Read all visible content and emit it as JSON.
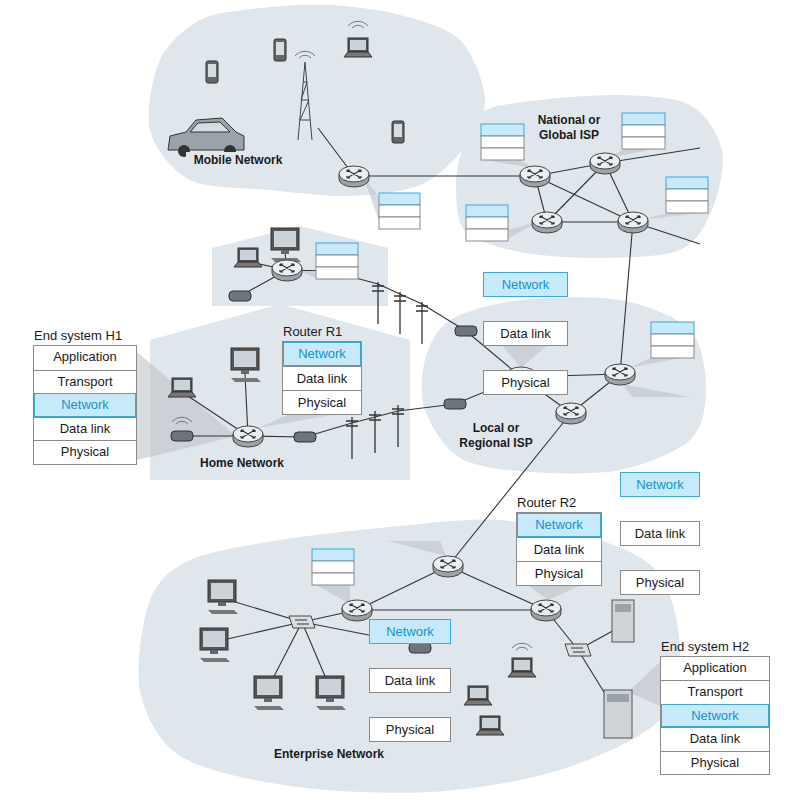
{
  "diagram": {
    "nodes": [
      {
        "text": [
          "Network"
        ]
      },
      {
        "text": [
          "Data link"
        ]
      },
      {
        "text": [
          "Physical"
        ]
      },
      {
        "text": [
          "End system H1"
        ]
      },
      {
        "text": [
          "Application"
        ],
        "in": 3
      },
      {
        "text": [
          "Transport"
        ],
        "in": 3
      },
      {
        "text": [
          "Network"
        ],
        "in": 3
      },
      {
        "text": [
          "Data link"
        ],
        "in": 3
      },
      {
        "text": [
          "Physical"
        ],
        "in": 3
      },
      {
        "text": [
          "Router R1"
        ]
      },
      {
        "text": [
          "Network"
        ],
        "in": 9
      },
      {
        "text": [
          "Data link"
        ],
        "in": 9
      },
      {
        "text": [
          "Physical"
        ],
        "in": 9
      },
      {
        "text": [
          "Network"
        ]
      },
      {
        "text": [
          "Data link"
        ]
      },
      {
        "text": [
          "Physical"
        ]
      },
      {
        "text": [
          "Network"
        ]
      },
      {
        "text": [
          "Data link"
        ]
      },
      {
        "text": [
          "Physical"
        ]
      },
      {
        "text": [
          "Router R2"
        ]
      },
      {
        "text": [
          "Network"
        ],
        "in": 19
      },
      {
        "text": [
          "Data link"
        ],
        "in": 19
      },
      {
        "text": [
          "Physical"
        ],
        "in": 19
      },
      {
        "text": [
          "End system H2"
        ]
      },
      {
        "text": [
          "Application"
        ],
        "in": 23
      },
      {
        "text": [
          "Transport"
        ],
        "in": 23
      },
      {
        "text": [
          "Network"
        ],
        "in": 23
      },
      {
        "text": [
          "Data link"
        ],
        "in": 23
      },
      {
        "text": [
          "Physical"
        ],
        "in": 23
      }
    ],
    "labels": [
      "Mobile Network",
      "National or Global ISP",
      "Home Network",
      "Local or Regional ISP",
      "Enterprise Network"
    ]
  }
}
